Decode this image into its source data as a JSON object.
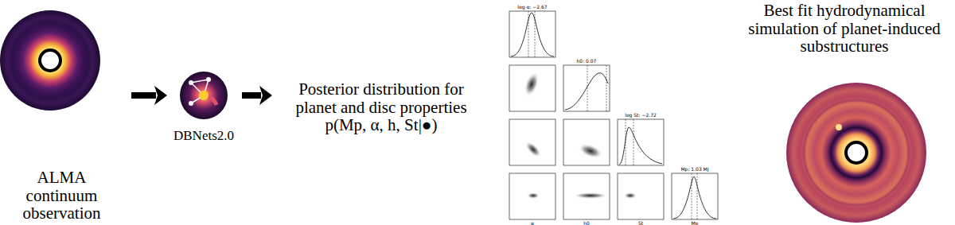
{
  "diagram": {
    "nodes": [
      {
        "text": [
          "ALMA continuum observation"
        ]
      },
      {
        "text": [
          "DBNets2.0"
        ]
      },
      {
        "text": [
          "Posterior distribution for planet and disc properties",
          "p(Mp, α, h, St|●)"
        ]
      },
      {
        "text": [
          "Best fit hydrodynamical simulation of planet-induced substructures"
        ]
      }
    ],
    "edges": [
      {
        "from": 0,
        "to": 1,
        "arrow": "to"
      },
      {
        "from": 1,
        "to": 2,
        "arrow": "to"
      }
    ],
    "labels": [
      "log α: −2.67",
      "h0: 0.07",
      "log St: −2.72",
      "Mp: 1.03 MJ",
      "α",
      "h0",
      "St",
      "Mp"
    ]
  }
}
